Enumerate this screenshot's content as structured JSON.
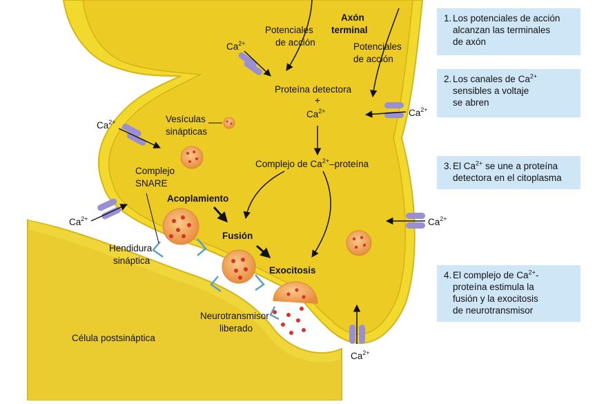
{
  "labels": {
    "axon_terminal_1": "Axón",
    "axon_terminal_2": "terminal",
    "potenciales_left_1": "Potenciales",
    "potenciales_left_2": "de acción",
    "potenciales_right_1": "Potenciales",
    "potenciales_right_2": "de acción",
    "proteina_detectora": "Proteína detectora",
    "plus": "+",
    "ca": "Ca",
    "ca_charge": "2+",
    "vesiculas_1": "Vesículas",
    "vesiculas_2": "sinápticas",
    "complejo_ca_proteina": "Complejo de Ca",
    "complejo_ca_proteina_suffix": "–proteína",
    "complejo_snare_1": "Complejo",
    "complejo_snare_2": "SNARE",
    "acoplamiento": "Acoplamiento",
    "fusion": "Fusión",
    "exocitosis": "Exocitosis",
    "hendidura_1": "Hendidura",
    "hendidura_2": "sináptica",
    "neurotransmisor_1": "Neurotransmisor",
    "neurotransmisor_2": "liberado",
    "celula_postsinaptica": "Célula postsináptica"
  },
  "steps": [
    {
      "num": "1.",
      "lines": [
        "Los potenciales de acción",
        "alcanzan las terminales",
        "de axón"
      ]
    },
    {
      "num": "2.",
      "line1_pre": "Los canales de Ca",
      "line1_sup": "2+",
      "lines_rest": [
        "sensibles a voltaje",
        "se abren"
      ]
    },
    {
      "num": "3.",
      "line1_pre": "El Ca",
      "line1_sup": "2+",
      "line1_post": " se une a proteína",
      "lines_rest": [
        "detectora en el citoplasma"
      ]
    },
    {
      "num": "4.",
      "line1_pre": "El complejo de Ca",
      "line1_sup": "2+",
      "line1_post": "-",
      "lines_rest": [
        "proteína estimula la",
        "fusión y la exocitosis",
        "de neurotransmisor"
      ]
    }
  ],
  "colors": {
    "axon_fill": "#f2d92e",
    "axon_inner": "#e8c820",
    "membrane": "#d8b41a",
    "postsynaptic": "#efd63a",
    "channel": "#9b8fd4",
    "vesicle": "#f2a25a",
    "vesicle_dot": "#d8322c",
    "snare": "#5aa0c8",
    "step_box": "#cfe6f7"
  }
}
